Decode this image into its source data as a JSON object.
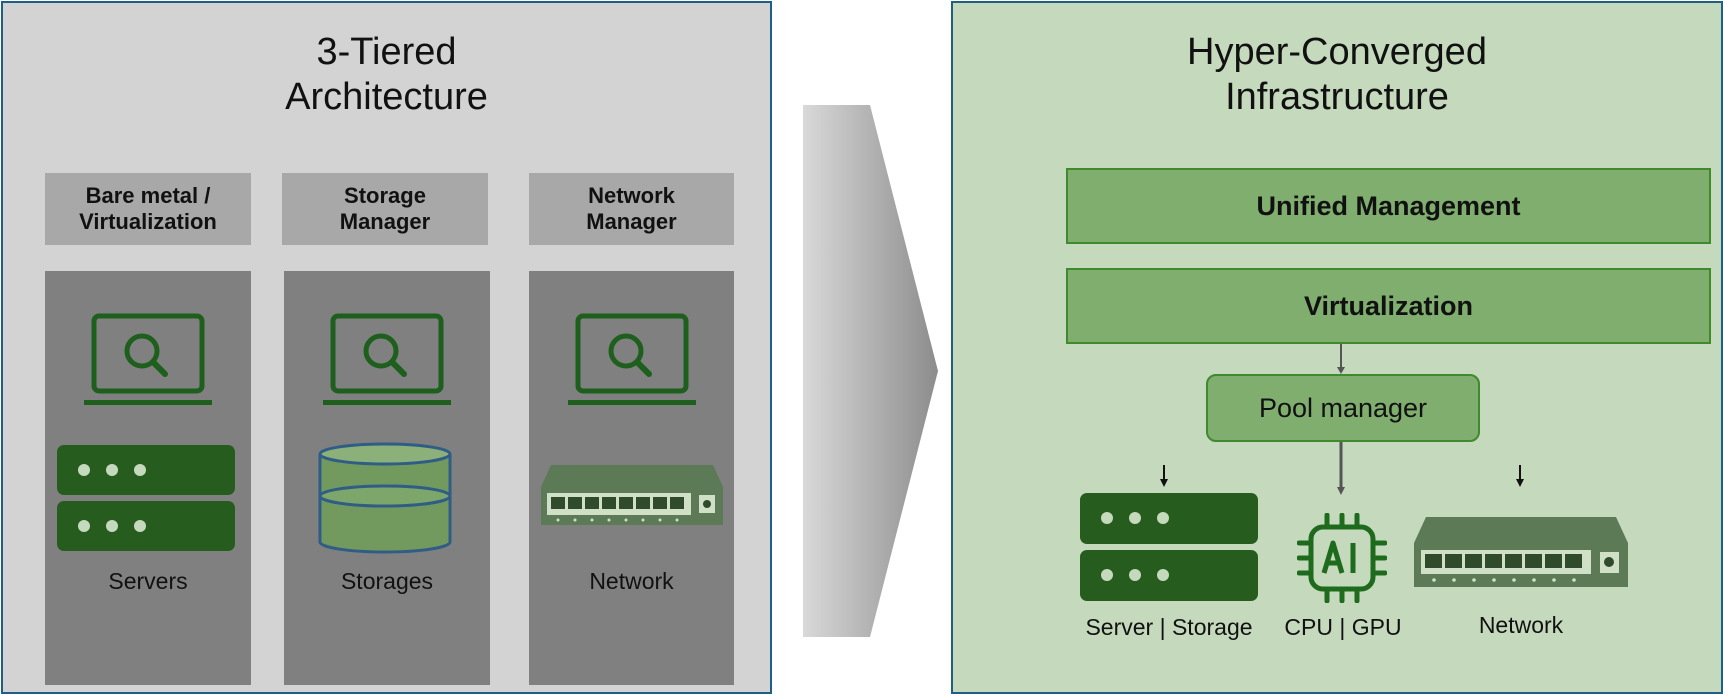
{
  "left_panel": {
    "title_lines": [
      "3-Tiered",
      "Architecture"
    ],
    "columns": [
      {
        "header_lines": [
          "Bare metal /",
          "Virtualization"
        ],
        "label": "Servers",
        "icon": "server-stack-icon"
      },
      {
        "header_lines": [
          "Storage",
          "Manager"
        ],
        "label": "Storages",
        "icon": "storage-cylinder-icon"
      },
      {
        "header_lines": [
          "Network",
          "Manager"
        ],
        "label": "Network",
        "icon": "network-switch-icon"
      }
    ]
  },
  "right_panel": {
    "title_lines": [
      "Hyper-Converged",
      "Infrastructure"
    ],
    "unified_management": "Unified Management",
    "virtualization": "Virtualization",
    "pool_manager": "Pool manager",
    "resources": [
      {
        "label": "Server | Storage",
        "icon": "server-stack-icon"
      },
      {
        "label": "CPU | GPU",
        "icon": "ai-chip-icon"
      },
      {
        "label": "Network",
        "icon": "network-switch-icon"
      }
    ]
  },
  "colors": {
    "left_bg": "#d3d3d3",
    "right_bg": "#c5d9bd",
    "panel_border": "#1f5f86",
    "column_header": "#a8a8a8",
    "column_body": "#808080",
    "icon_green": "#1e5f1e",
    "bar_fill": "#7fae6f",
    "bar_border": "#3f8a2f"
  }
}
